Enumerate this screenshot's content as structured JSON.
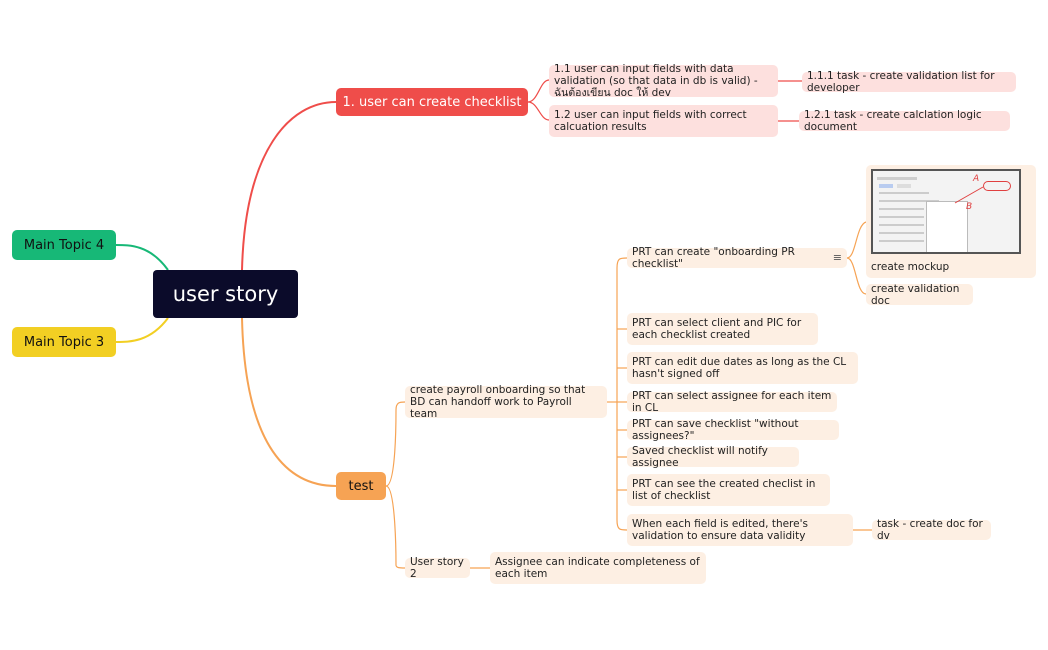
{
  "central": "user story",
  "topics": {
    "main4": "Main Topic 4",
    "main3": "Main Topic 3",
    "checklist": "1. user can create checklist",
    "test": "test"
  },
  "checklist_children": {
    "c11": "1.1 user can input fields with data validation (so that data in db is valid) - ฉันต้องเขียน doc ให้ dev",
    "c111": "1.1.1 task - create validation list for developer",
    "c12": "1.2 user can input fields with correct calcuation results",
    "c121": "1.2.1 task - create calclation logic document"
  },
  "test_children": {
    "payroll": "create payroll onboarding so that BD can handoff work to Payroll team",
    "story2": "User story 2",
    "assignee": "Assignee can indicate completeness of each item"
  },
  "prt_items": {
    "onboarding": "PRT can create \"onboarding PR checklist\"",
    "select_client": "PRT can select client and PIC  for each checklist created",
    "edit_due": "PRT can edit due dates as long as the CL hasn't signed off",
    "select_assignee": "PRT can select assignee for each item in CL",
    "save": "PRT can save checklist \"without assignees?\"",
    "notify": "Saved checklist will notify assignee",
    "see_created": "PRT can see the created checlist in list of checklist",
    "validation": "When each field is edited, there's validation to ensure data validity",
    "task_doc": "task - create doc for dv"
  },
  "mockup": {
    "label": "create mockup",
    "validation_doc": "create validation doc",
    "annot_a": "A",
    "annot_b": "B"
  },
  "colors": {
    "central": "#0b0b2a",
    "green": "#17b877",
    "yellow": "#f2cf23",
    "red": "#ef4d4a",
    "orange": "#f6a354",
    "pink_box": "#fde0de",
    "peach_box": "#fdefe3"
  }
}
